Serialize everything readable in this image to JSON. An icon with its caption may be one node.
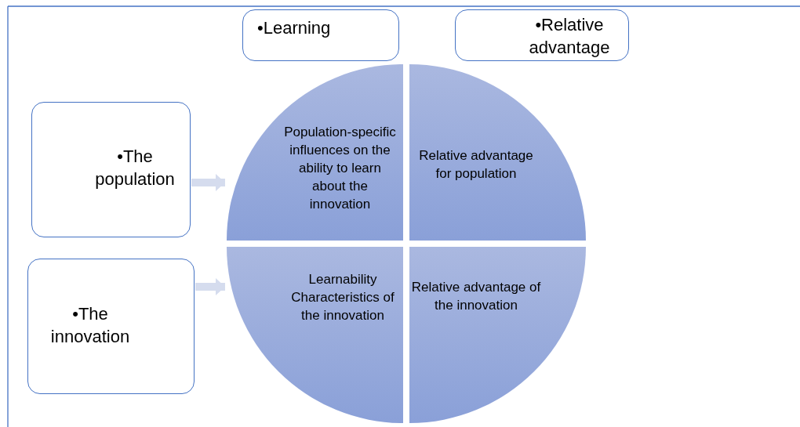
{
  "diagram": {
    "nodes": [
      {
        "text": [
          "•Learning"
        ]
      },
      {
        "text": [
          "•Relative advantage"
        ]
      },
      {
        "text": [
          "•The population"
        ]
      },
      {
        "text": [
          "•The innovation"
        ]
      },
      {
        "text": [
          "Population-specific influences on the ability to learn about the innovation"
        ]
      },
      {
        "text": [
          "Relative advantage for population"
        ]
      },
      {
        "text": [
          "Learnability Characteristics of the innovation"
        ]
      },
      {
        "text": [
          "Relative advantage of the innovation"
        ]
      }
    ],
    "edges": [
      {
        "from": 2,
        "to": 4,
        "arrow": "to"
      },
      {
        "from": 3,
        "to": 6,
        "arrow": "to"
      }
    ]
  }
}
